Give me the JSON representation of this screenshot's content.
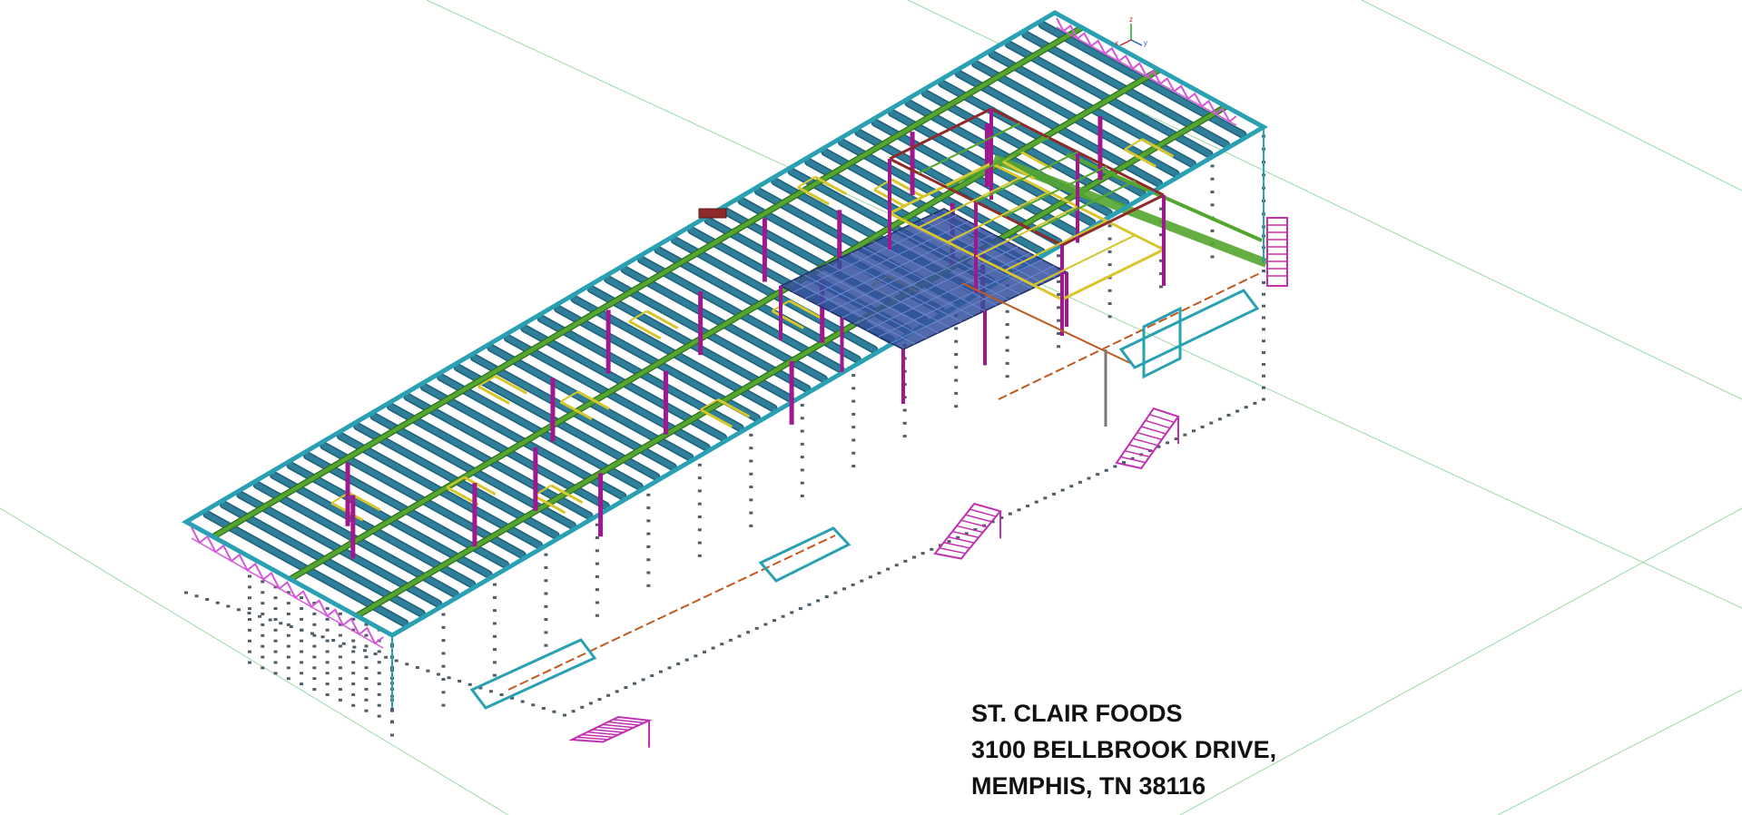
{
  "project": {
    "name": "ST. CLAIR FOODS",
    "street": "3100 BELLBROOK DRIVE,",
    "city_line": "MEMPHIS, TN 38116"
  },
  "axis_triad": {
    "z": "z",
    "x": "x",
    "y": "y"
  },
  "colors": {
    "background": "#ffffff",
    "grid": "#9cd7a6",
    "joists": "#2f7f9a",
    "joist_outline": "#1f5f76",
    "perimeter_beams": "#2aa1b3",
    "girders": "#55a630",
    "columns": "#a01890",
    "bracing": "#d458d8",
    "headers": "#d8c62e",
    "mezzanine": "#34509c",
    "foundations": "#4f5d66",
    "stairs": "#c030b0",
    "edge_angle": "#c05a20",
    "text": "#111111"
  }
}
